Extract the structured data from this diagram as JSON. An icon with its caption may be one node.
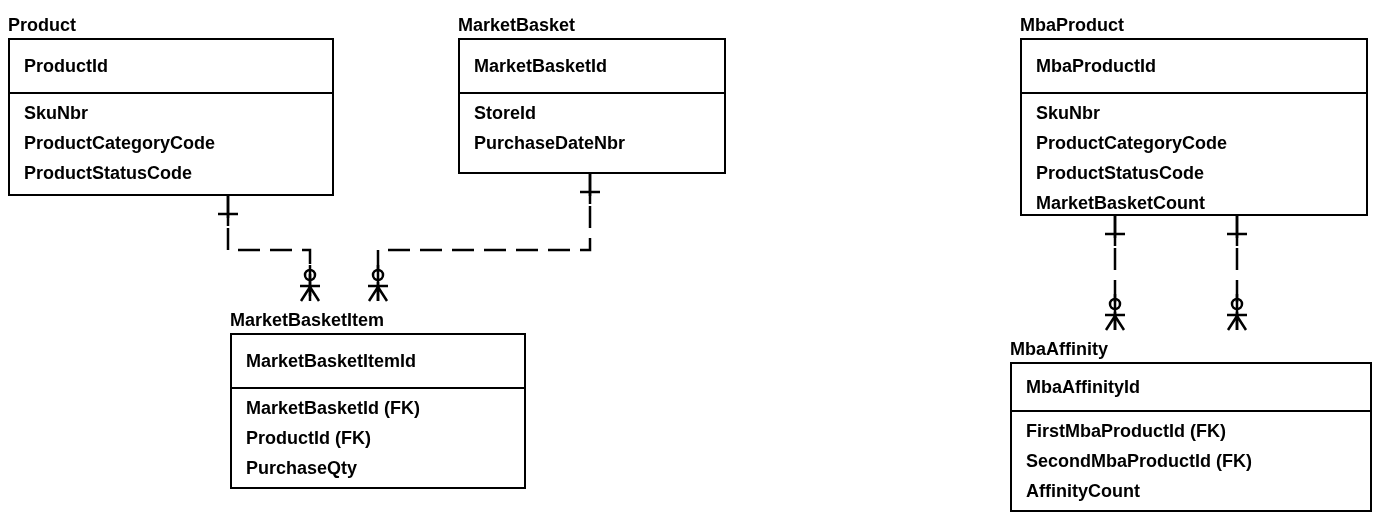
{
  "diagram": {
    "nodes": [
      {
        "text": [
          "Product",
          "ProductId",
          "SkuNbr",
          "ProductCategoryCode",
          "ProductStatusCode"
        ]
      },
      {
        "text": [
          "MarketBasket",
          "MarketBasketId",
          "StoreId",
          "PurchaseDateNbr"
        ]
      },
      {
        "text": [
          "MarketBasketItem",
          "MarketBasketItemId",
          "MarketBasketId (FK)",
          "ProductId (FK)",
          "PurchaseQty"
        ]
      },
      {
        "text": [
          "MbaProduct",
          "MbaProductId",
          "SkuNbr",
          "ProductCategoryCode",
          "ProductStatusCode",
          "MarketBasketCount"
        ]
      },
      {
        "text": [
          "MbaAffinity",
          "MbaAffinityId",
          "FirstMbaProductId (FK)",
          "SecondMbaProductId (FK)",
          "AffinityCount"
        ]
      }
    ],
    "edges": [
      {
        "from": 0,
        "to": 2,
        "arrow": "other",
        "style": "dashed"
      },
      {
        "from": 1,
        "to": 2,
        "arrow": "other",
        "style": "dashed"
      },
      {
        "from": 3,
        "to": 4,
        "arrow": "other",
        "style": "dashed"
      },
      {
        "from": 3,
        "to": 4,
        "arrow": "other",
        "style": "dashed"
      }
    ]
  }
}
